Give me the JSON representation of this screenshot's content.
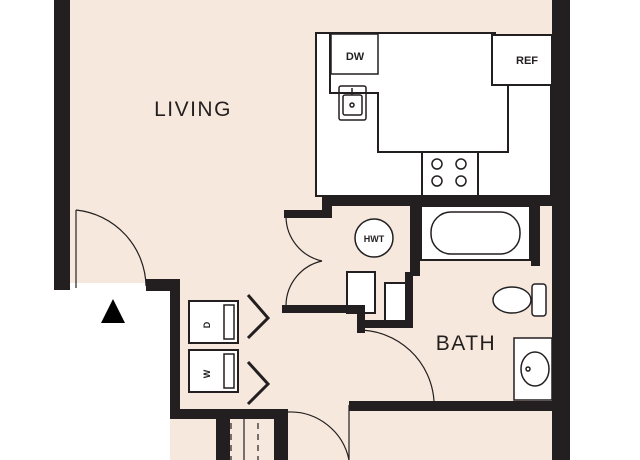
{
  "rooms": {
    "living": "LIVING",
    "bath": "BATH"
  },
  "fixtures": {
    "dishwasher": "DW",
    "refrigerator": "REF",
    "water_heater": "HWT",
    "dryer": "D",
    "washer": "W"
  },
  "colors": {
    "floor": "#f6e8dc",
    "wall": "#231f20",
    "fixture": "#ffffff",
    "entry_arrow": "#000000"
  },
  "icons": [
    "entry-arrow-icon",
    "sink-icon",
    "stove-icon",
    "bathtub-icon",
    "toilet-icon",
    "bath-sink-icon"
  ]
}
